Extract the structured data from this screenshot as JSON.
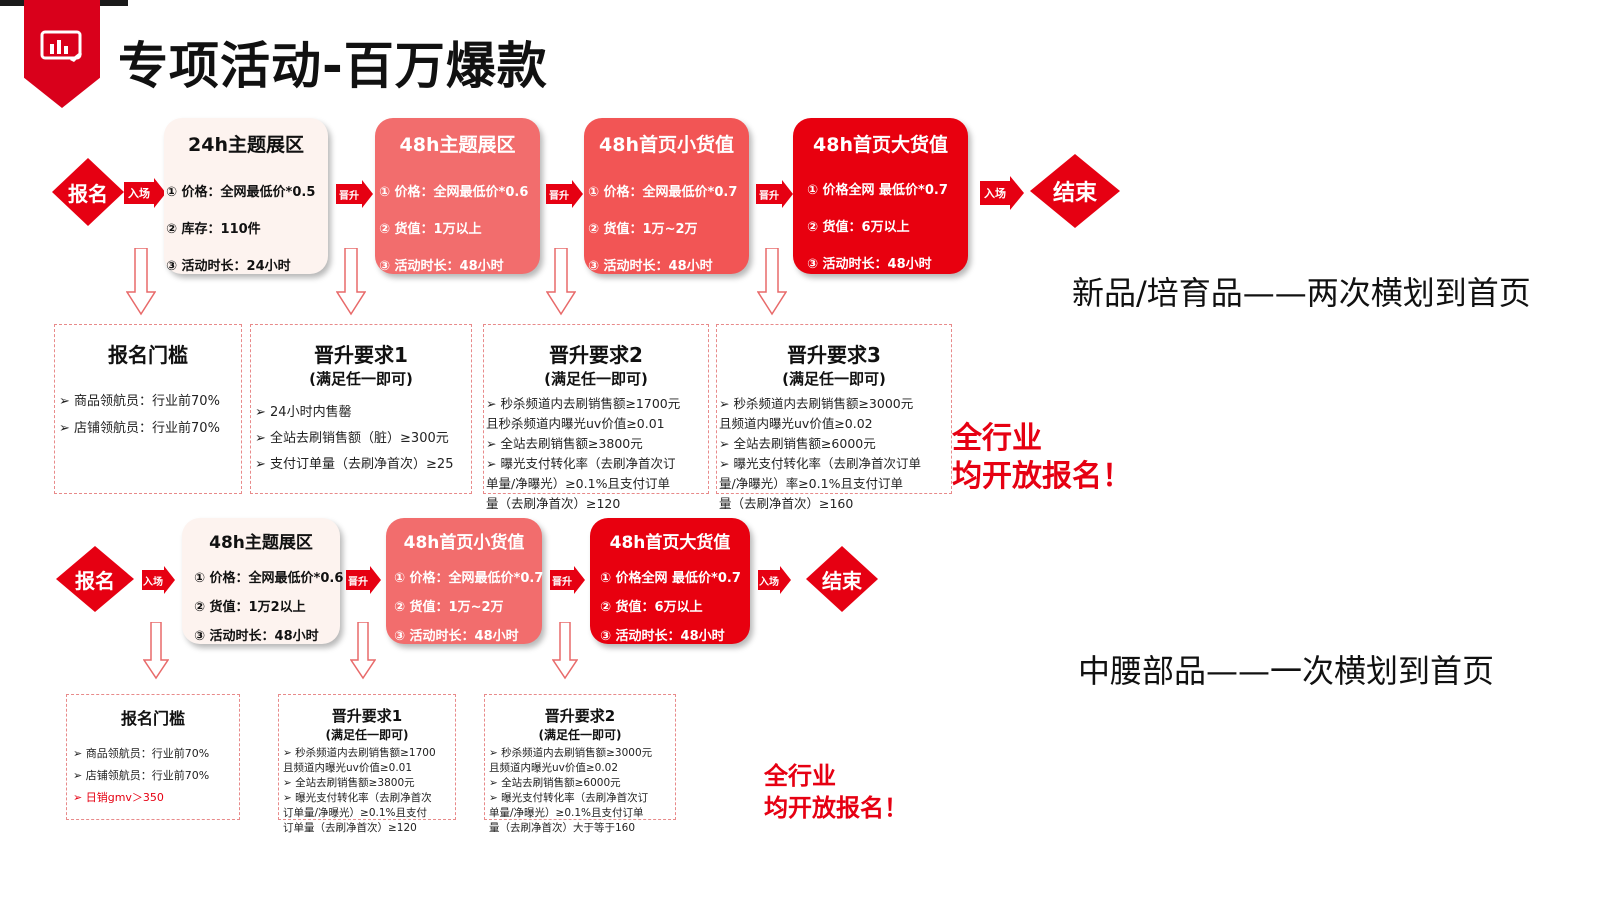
{
  "title": "专项活动-百万爆款",
  "flow1": {
    "start": "报名",
    "end": "结束",
    "arrows": [
      "入场",
      "晋升",
      "晋升",
      "晋升",
      "入场"
    ],
    "stages": [
      {
        "title": "24h主题展区",
        "lines": [
          "① 价格：全网最低价*0.5",
          "② 库存：110件",
          "③ 活动时长：24小时"
        ]
      },
      {
        "title": "48h主题展区",
        "lines": [
          "① 价格：全网最低价*0.6",
          "② 货值：1万以上",
          "③ 活动时长：48小时"
        ]
      },
      {
        "title": "48h首页小货值",
        "lines": [
          "① 价格：全网最低价*0.7",
          "② 货值：1万~2万",
          "③ 活动时长：48小时"
        ]
      },
      {
        "title": "48h首页大货值",
        "lines": [
          "① 价格全网 最低价*0.7",
          "② 货值：6万以上",
          "③ 活动时长：48小时"
        ]
      }
    ],
    "requirements": [
      {
        "title": "报名门槛",
        "subtitle": "",
        "items": [
          "➢  商品领航员：行业前70%",
          "➢  店铺领航员：行业前70%"
        ]
      },
      {
        "title": "晋升要求1",
        "subtitle": "(满足任一即可)",
        "items": [
          "➢  24小时内售罄",
          "➢  全站去刷销售额（脏）≥300元",
          "➢  支付订单量（去刷净首次）≥25"
        ]
      },
      {
        "title": "晋升要求2",
        "subtitle": "(满足任一即可)",
        "items": [
          "➢  秒杀频道内去刷销售额≥1700元",
          "且秒杀频道内曝光uv价值≥0.01",
          "➢  全站去刷销售额≥3800元",
          "➢  曝光支付转化率（去刷净首次订",
          "    单量/净曝光）≥0.1%且支付订单",
          "    量（去刷净首次）≥120"
        ]
      },
      {
        "title": "晋升要求3",
        "subtitle": "(满足任一即可)",
        "items": [
          "➢  秒杀频道内去刷销售额≥3000元",
          "且频道内曝光uv价值≥0.02",
          "➢  全站去刷销售额≥6000元",
          "➢  曝光支付转化率（去刷净首次订单",
          "    量/净曝光）率≥0.1%且支付订单",
          "    量（去刷净首次）≥160"
        ]
      }
    ],
    "callout": [
      "全行业",
      "均开放报名！"
    ],
    "label": "新品/培育品——两次横划到首页"
  },
  "flow2": {
    "start": "报名",
    "end": "结束",
    "arrows": [
      "入场",
      "晋升",
      "晋升",
      "入场"
    ],
    "stages": [
      {
        "title": "48h主题展区",
        "lines": [
          "① 价格：全网最低价*0.6",
          "② 货值：1万2以上",
          "③ 活动时长：48小时"
        ]
      },
      {
        "title": "48h首页小货值",
        "lines": [
          "① 价格：全网最低价*0.7",
          "② 货值：1万~2万",
          "③ 活动时长：48小时"
        ]
      },
      {
        "title": "48h首页大货值",
        "lines": [
          "① 价格全网 最低价*0.7",
          "② 货值：6万以上",
          "③ 活动时长：48小时"
        ]
      }
    ],
    "requirements": [
      {
        "title": "报名门槛",
        "subtitle": "",
        "items": [
          "➢  商品领航员：行业前70%",
          "➢  店铺领航员：行业前70%",
          "➢  日销gmv＞350"
        ]
      },
      {
        "title": "晋升要求1",
        "subtitle": "(满足任一即可)",
        "items": [
          "➢  秒杀频道内去刷销售额≥1700",
          "    且频道内曝光uv价值≥0.01",
          "➢  全站去刷销售额≥3800元",
          "➢  曝光支付转化率（去刷净首次",
          "    订单量/净曝光）≥0.1%且支付",
          "    订单量（去刷净首次）≥120"
        ]
      },
      {
        "title": "晋升要求2",
        "subtitle": "(满足任一即可)",
        "items": [
          "➢  秒杀频道内去刷销售额≥3000元",
          "且频道内曝光uv价值≥0.02",
          "➢  全站去刷销售额≥6000元",
          "➢  曝光支付转化率（去刷净首次订",
          "    单量/净曝光）≥0.1%且支付订单",
          "    量（去刷净首次）大于等于160"
        ]
      }
    ],
    "callout": [
      "全行业",
      "均开放报名！"
    ],
    "label": "中腰部品——一次横划到首页"
  },
  "colors": {
    "brand_red": "#e60012",
    "light_red": "#f26d6d",
    "pale": "#fdf3ef",
    "dashed_border": "#e88a8a"
  },
  "icons": {
    "logo": "presentation-chart-icon"
  }
}
